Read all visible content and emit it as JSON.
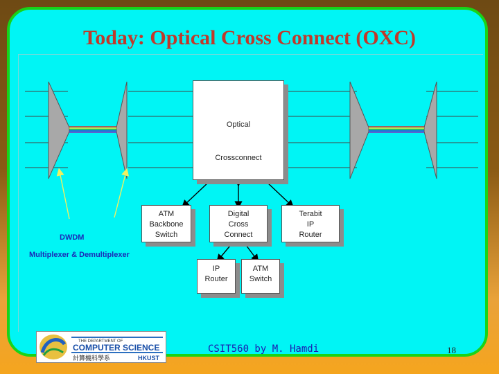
{
  "slide": {
    "title": "Today: Optical Cross Connect (OXC)",
    "footer_text": "CSIT560 by M. Hamdi",
    "page_number": "18"
  },
  "diagram": {
    "oxc": {
      "line1": "Optical",
      "line2": "Crossconnect"
    },
    "boxes": {
      "atm_backbone": [
        "ATM",
        "Backbone",
        "Switch"
      ],
      "digital_cross_connect": [
        "Digital",
        "Cross",
        "Connect"
      ],
      "terabit_router": [
        "Terabit",
        "IP",
        "Router"
      ],
      "ip_router": [
        "IP",
        "Router"
      ],
      "atm_switch": [
        "ATM",
        "Switch"
      ]
    },
    "labels": {
      "dwdm": "DWDM",
      "mux": "Multiplexer & Demultiplexer"
    }
  },
  "logo": {
    "small_text": "THE DEPARTMENT OF",
    "big_text": "COMPUTER SCIENCE",
    "chinese_text": "計算機科學系",
    "hkust": "HKUST"
  },
  "colors": {
    "panel": "#00f5f5",
    "panel_border": "#18d418",
    "title": "#c0392b",
    "label": "#1a2bb8",
    "arrow": "#f0f060",
    "mux": "#a8a8a8"
  }
}
